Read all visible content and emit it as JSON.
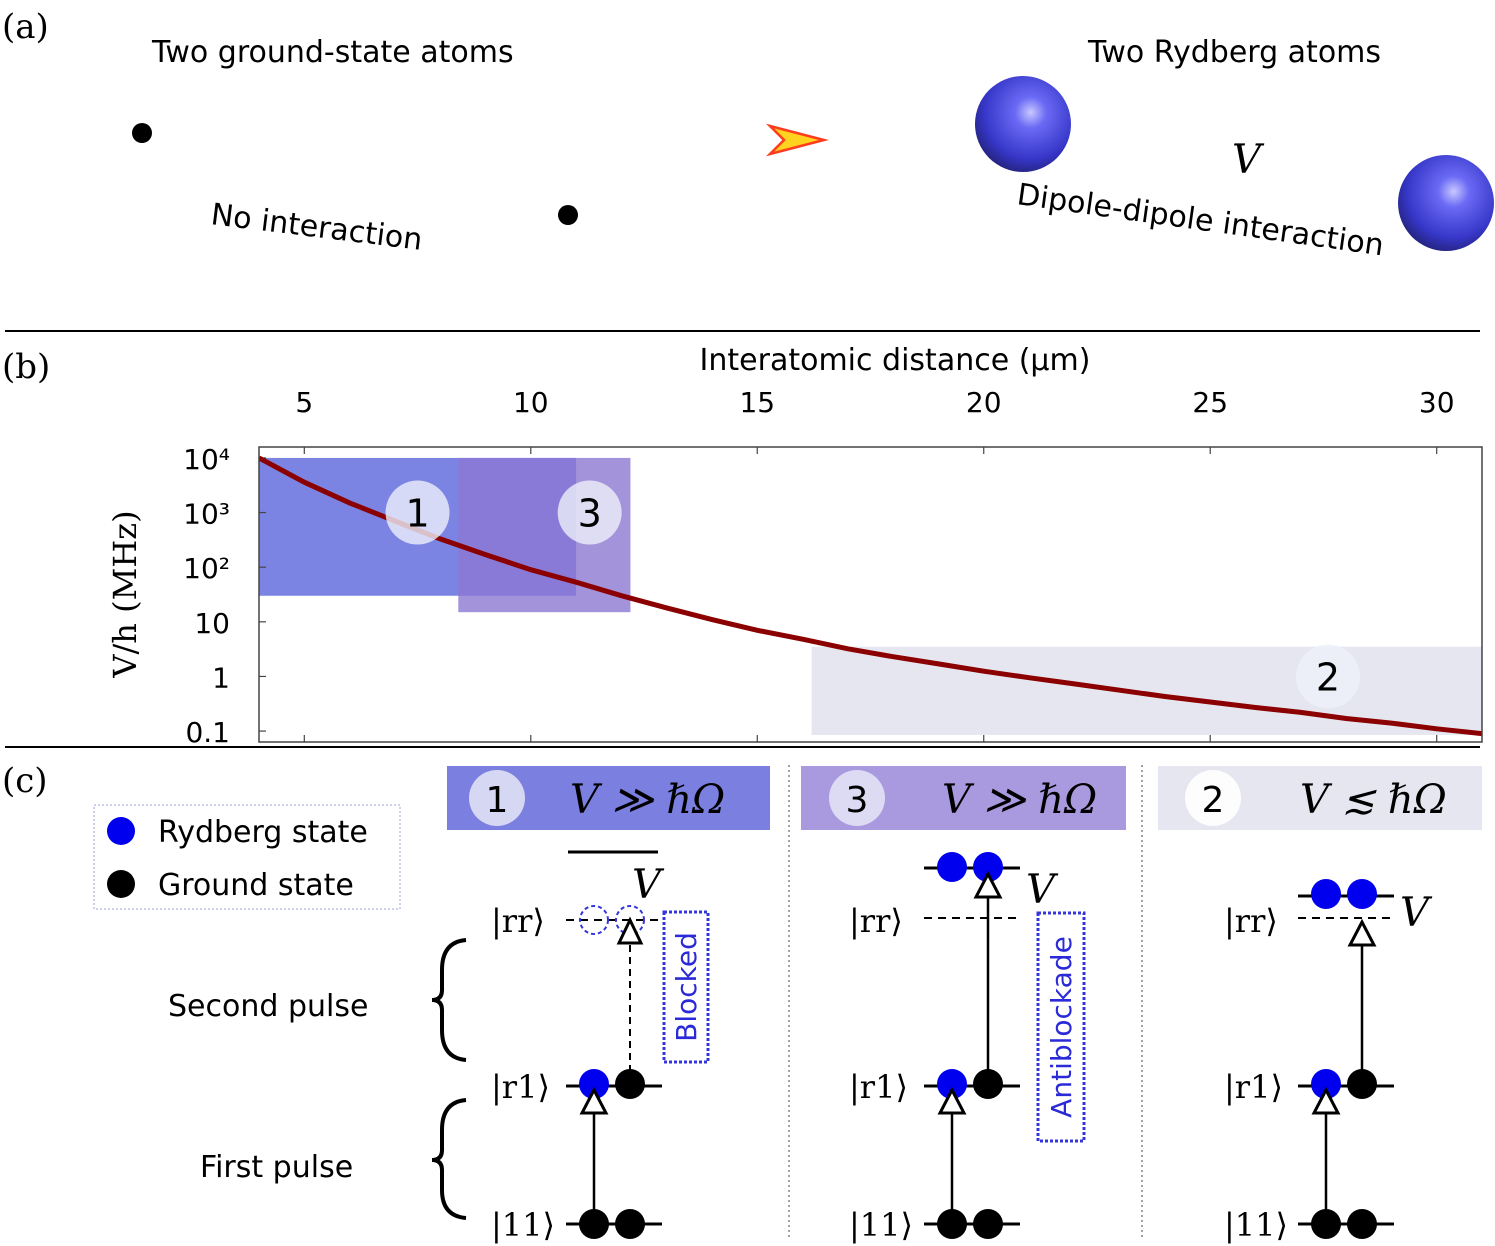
{
  "panel_a": {
    "label": "(a)",
    "left_title": "Two ground-state atoms",
    "left_caption": "No interaction",
    "right_title": "Two Rydberg atoms",
    "right_caption": "Dipole-dipole interaction",
    "symbol_v": "V"
  },
  "panel_b": {
    "label": "(b)"
  },
  "chart_data": {
    "type": "line",
    "xlabel": "Interatomic distance (μm)",
    "ylabel": "V/h (MHz)",
    "x_ticks": [
      "5",
      "10",
      "15",
      "20",
      "25",
      "30"
    ],
    "y_ticks": [
      "10⁴",
      "10³",
      "10²",
      "10",
      "1",
      "0.1"
    ],
    "xlim": [
      4,
      31
    ],
    "ylim_log10": [
      -1.2,
      4.2
    ],
    "yscale": "log",
    "series": [
      {
        "color": "#8b0000",
        "x": [
          4,
          5,
          6,
          7,
          8,
          9,
          10,
          11,
          12,
          13,
          14,
          15,
          16,
          17,
          18,
          19,
          20,
          21,
          22,
          23,
          24,
          25,
          26,
          27,
          28,
          29,
          30,
          31
        ],
        "y": [
          10000,
          3600,
          1500,
          700,
          330,
          170,
          90,
          53,
          30,
          18,
          11,
          7,
          4.8,
          3.2,
          2.3,
          1.7,
          1.25,
          0.95,
          0.73,
          0.56,
          0.43,
          0.34,
          0.27,
          0.22,
          0.17,
          0.14,
          0.11,
          0.09
        ]
      }
    ],
    "regions": [
      {
        "label": "1",
        "x": [
          4,
          11.0
        ],
        "y": [
          30,
          10000
        ],
        "color": "#5a64dc"
      },
      {
        "label": "3",
        "x": [
          8.4,
          12.2
        ],
        "y": [
          15,
          10000
        ],
        "color": "#8c78d2"
      },
      {
        "label": "2",
        "x": [
          16.2,
          31
        ],
        "y": [
          0.085,
          3.5
        ],
        "color": "#e6e6f0"
      }
    ]
  },
  "panel_c": {
    "label": "(c)",
    "legend": {
      "rydberg": "Rydberg state",
      "ground": "Ground state"
    },
    "second_pulse": "Second pulse",
    "first_pulse": "First pulse",
    "boxes": [
      {
        "num": "1",
        "relation": "V ≫ ℏΩ",
        "color": "#7b80e0"
      },
      {
        "num": "3",
        "relation": "V ≫ ℏΩ",
        "color": "#a99ae0"
      },
      {
        "num": "2",
        "relation": "V ≲ ℏΩ",
        "color": "#e6e6f0"
      }
    ],
    "state_rr": "|rr⟩",
    "state_r1": "|r1⟩",
    "state_11": "|11⟩",
    "blocked": "Blocked",
    "antiblockade": "Antiblockade",
    "v": "V"
  }
}
